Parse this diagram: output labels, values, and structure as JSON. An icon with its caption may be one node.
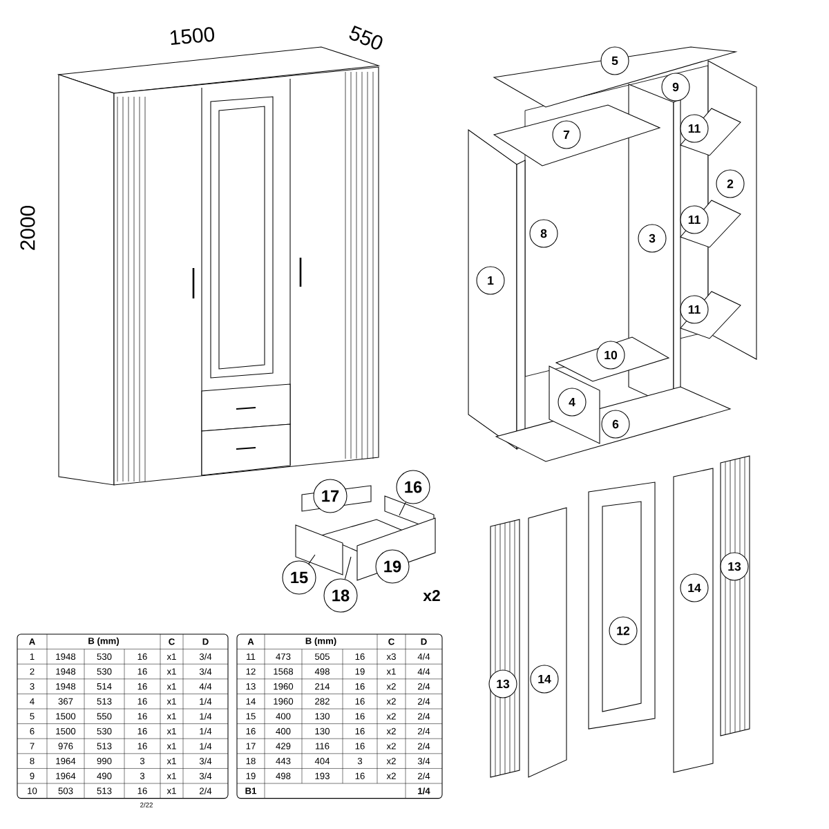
{
  "diagram": {
    "nodes": [
      {
        "text": [
          "5"
        ]
      },
      {
        "text": [
          "9"
        ]
      },
      {
        "text": [
          "7"
        ]
      },
      {
        "text": [
          "11"
        ]
      },
      {
        "text": [
          "2"
        ]
      },
      {
        "text": [
          "8"
        ]
      },
      {
        "text": [
          "11"
        ]
      },
      {
        "text": [
          "3"
        ]
      },
      {
        "text": [
          "1"
        ]
      },
      {
        "text": [
          "11"
        ]
      },
      {
        "text": [
          "10"
        ]
      },
      {
        "text": [
          "4"
        ]
      },
      {
        "text": [
          "6"
        ]
      },
      {
        "text": [
          "17"
        ]
      },
      {
        "text": [
          "16"
        ]
      },
      {
        "text": [
          "15"
        ]
      },
      {
        "text": [
          "19"
        ]
      },
      {
        "text": [
          "18"
        ]
      },
      {
        "text": [
          "14"
        ]
      },
      {
        "text": [
          "13"
        ]
      },
      {
        "text": [
          "12"
        ]
      },
      {
        "text": [
          "13"
        ]
      },
      {
        "text": [
          "14"
        ]
      }
    ],
    "edges": [
      {
        "from": 15,
        "to": null,
        "arrow": "none"
      },
      {
        "from": 14,
        "to": null,
        "arrow": "none"
      },
      {
        "from": 17,
        "to": null,
        "arrow": "none"
      }
    ],
    "labels": [
      "1500",
      "550",
      "2000",
      "x2",
      "A",
      "B (mm)",
      "C",
      "D",
      "1",
      "1948",
      "530",
      "16",
      "x1",
      "3/4",
      "2",
      "1948",
      "530",
      "16",
      "x1",
      "3/4",
      "3",
      "1948",
      "514",
      "16",
      "x1",
      "4/4",
      "4",
      "367",
      "513",
      "16",
      "x1",
      "1/4",
      "5",
      "1500",
      "550",
      "16",
      "x1",
      "1/4",
      "6",
      "1500",
      "530",
      "16",
      "x1",
      "1/4",
      "7",
      "976",
      "513",
      "16",
      "x1",
      "1/4",
      "8",
      "1964",
      "990",
      "3",
      "x1",
      "3/4",
      "9",
      "1964",
      "490",
      "3",
      "x1",
      "3/4",
      "10",
      "503",
      "513",
      "16",
      "x1",
      "2/4",
      "2/22",
      "A",
      "B (mm)",
      "C",
      "D",
      "11",
      "473",
      "505",
      "16",
      "x3",
      "4/4",
      "12",
      "1568",
      "498",
      "19",
      "x1",
      "4/4",
      "13",
      "1960",
      "214",
      "16",
      "x2",
      "2/4",
      "14",
      "1960",
      "282",
      "16",
      "x2",
      "2/4",
      "15",
      "400",
      "130",
      "16",
      "x2",
      "2/4",
      "16",
      "400",
      "130",
      "16",
      "x2",
      "2/4",
      "17",
      "429",
      "116",
      "16",
      "x2",
      "2/4",
      "18",
      "443",
      "404",
      "3",
      "x2",
      "3/4",
      "19",
      "498",
      "193",
      "16",
      "x2",
      "2/4",
      "B1",
      "1/4"
    ]
  }
}
